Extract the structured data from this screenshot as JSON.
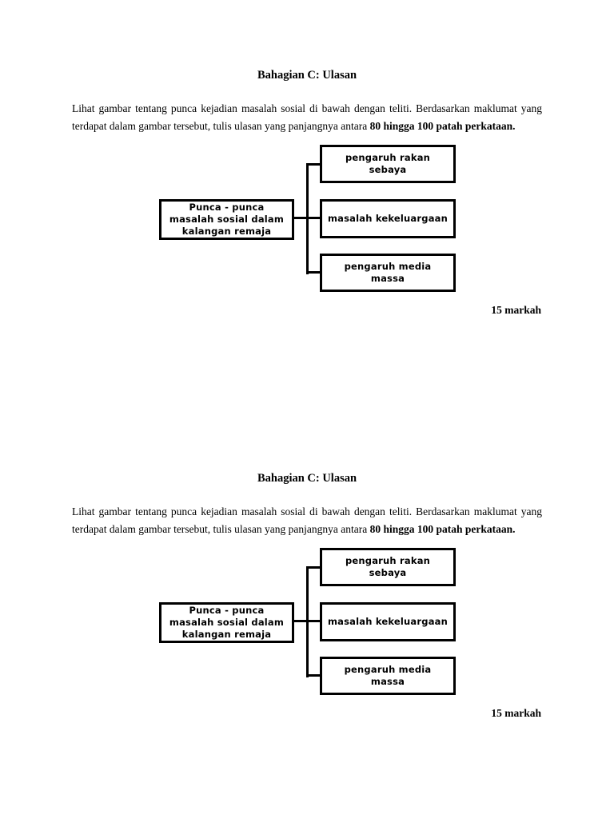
{
  "page": {
    "background": "#ffffff",
    "text_color": "#000000"
  },
  "sections": [
    {
      "title": "Bahagian C: Ulasan",
      "paragraph_normal": "Lihat gambar tentang punca kejadian masalah sosial di bawah dengan teliti. Berdasarkan maklumat yang terdapat dalam gambar tersebut, tulis ulasan yang panjangnya antara",
      "paragraph_bold": "80 hingga 100 patah perkataan.",
      "diagram": {
        "root_label": "Punca - punca masalah sosial dalam kalangan remaja",
        "branches": [
          "pengaruh rakan sebaya",
          "masalah kekeluargaan",
          "pengaruh media massa"
        ]
      },
      "marks": "15 markah"
    },
    {
      "title": "Bahagian C: Ulasan",
      "paragraph_normal": "Lihat gambar tentang punca kejadian masalah sosial di bawah dengan teliti. Berdasarkan maklumat yang terdapat dalam gambar tersebut, tulis ulasan yang panjangnya antara",
      "paragraph_bold": "80 hingga 100 patah perkataan.",
      "diagram": {
        "root_label": "Punca - punca masalah sosial dalam kalangan remaja",
        "branches": [
          "pengaruh rakan sebaya",
          "masalah kekeluargaan",
          "pengaruh media massa"
        ]
      },
      "marks": "15 markah"
    }
  ]
}
